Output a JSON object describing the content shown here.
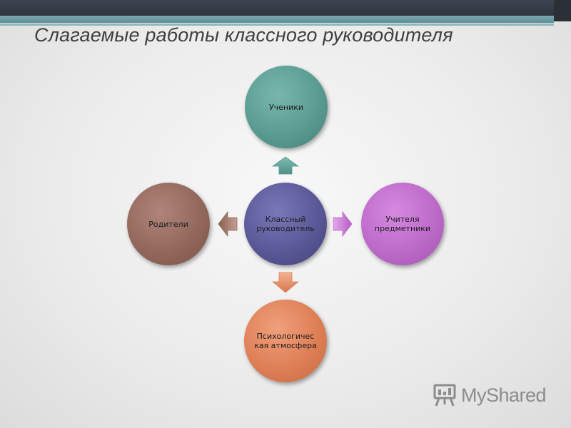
{
  "slide": {
    "title": "Слагаемые работы классного руководителя"
  },
  "diagram": {
    "center": {
      "label": "Классный руководитель",
      "color": "#5a5896"
    },
    "nodes": {
      "top": {
        "label": "Ученики",
        "color": "#5a9c92"
      },
      "left": {
        "label": "Родители",
        "color": "#93685c"
      },
      "right": {
        "label": "Учителя предметники",
        "color": "#bd6ac9"
      },
      "bottom": {
        "label": "Психологичес кая атмосфера",
        "color": "#de7f56"
      }
    },
    "arrows": {
      "up_color": "#5a9c92",
      "left_color": "#93685c",
      "right_color": "#bd6ac9",
      "down_color": "#de7f56"
    }
  },
  "watermark": {
    "text": "MyShared",
    "icon": "presentation-board-icon"
  },
  "colors": {
    "top_bar": "#3d4450",
    "accent": "#6f9ea4"
  }
}
